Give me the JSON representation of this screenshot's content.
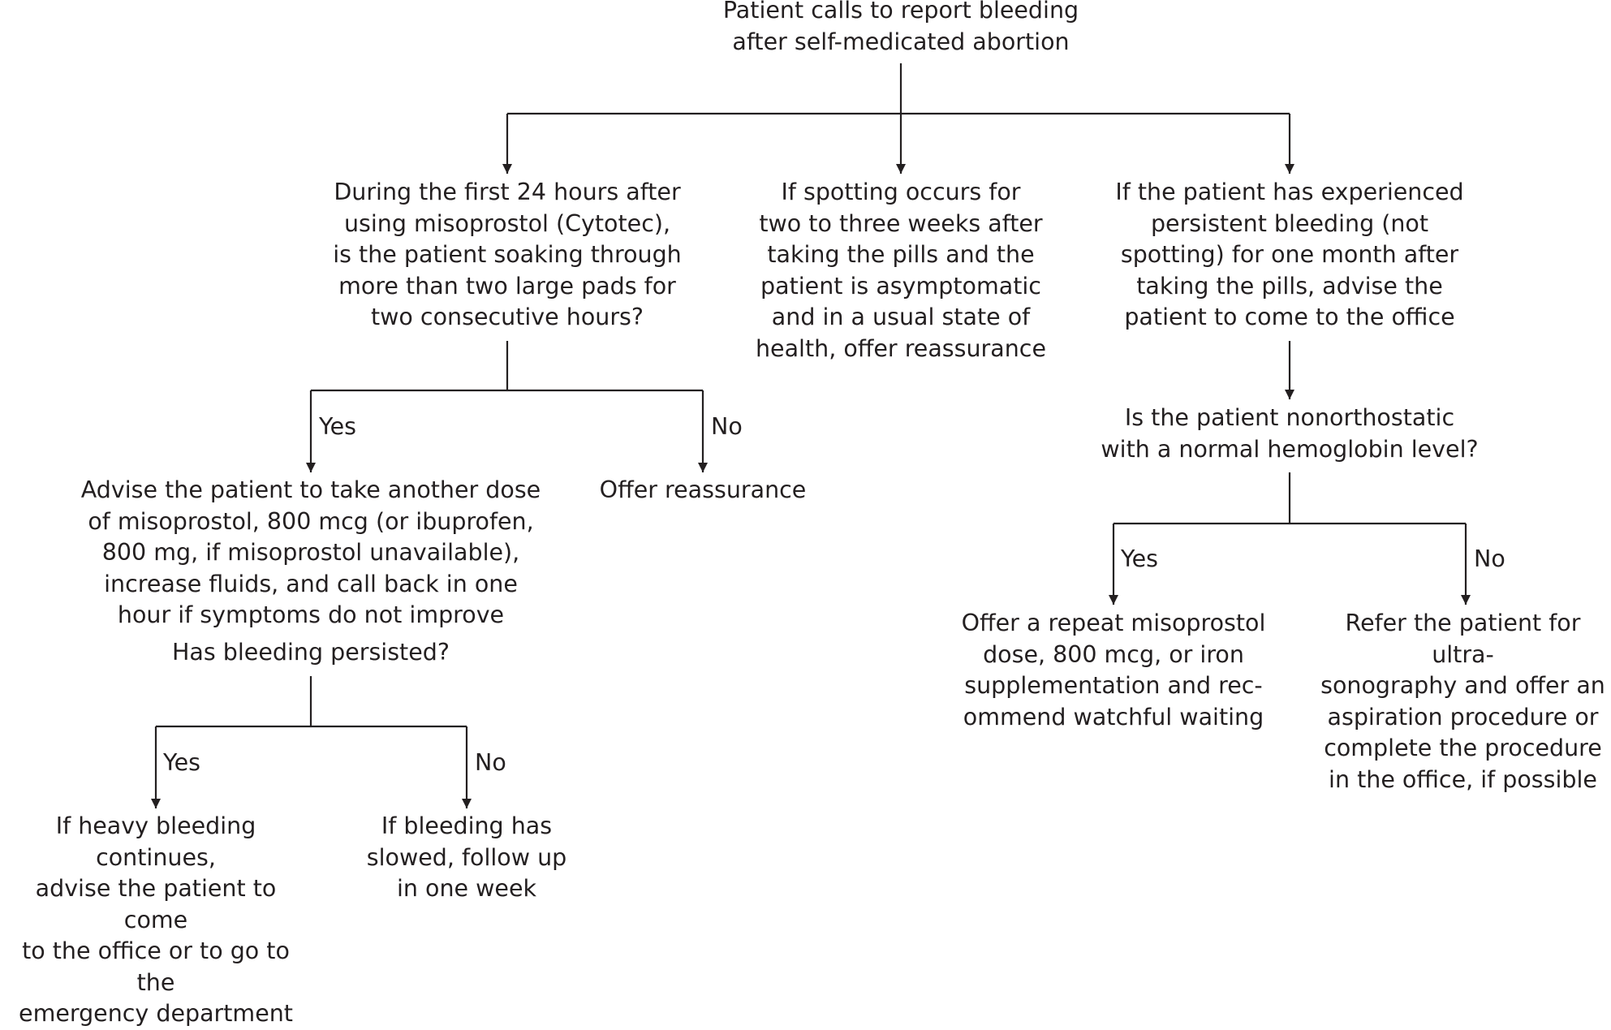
{
  "nodes": {
    "root": "Patient calls to report bleeding\nafter self-medicated abortion",
    "first24": "During the first 24 hours after\nusing misoprostol (Cytotec),\nis the patient soaking through\nmore than two large pads for\ntwo consecutive hours?",
    "spotting": "If spotting occurs for\ntwo to three weeks after\ntaking the pills and the\npatient is asymptomatic\nand in a usual state of\nhealth, offer reassurance",
    "persistent": "If the patient has experienced\npersistent bleeding (not\nspotting) for one month after\ntaking the pills, advise the\npatient to come to the office",
    "advise_dose": "Advise the patient to take another dose\nof misoprostol, 800 mcg (or ibuprofen,\n800 mg, if misoprostol unavailable),\nincrease fluids, and call back in one\nhour if symptoms do not improve",
    "offer_reassurance": "Offer reassurance",
    "bleeding_persisted": "Has bleeding persisted?",
    "heavy_continues": "If heavy bleeding continues,\nadvise the patient to come\nto the office or to go to the\nemergency department",
    "slowed": "If bleeding has\nslowed, follow up\nin one week",
    "nonorthostatic": "Is the patient nonorthostatic\nwith a normal hemoglobin level?",
    "repeat_dose": "Offer a repeat misoprostol\ndose, 800 mcg, or iron\nsupplementation and rec-\nommend watchful waiting",
    "refer": "Refer the patient for ultra-\nsonography and offer an\naspiration procedure or\ncomplete the procedure\nin the office, if possible"
  },
  "labels": {
    "yes_1": "Yes",
    "no_1": "No",
    "yes_2": "Yes",
    "no_2": "No",
    "yes_3": "Yes",
    "no_3": "No"
  },
  "colors": {
    "line": "#231f20",
    "text": "#231f20"
  }
}
